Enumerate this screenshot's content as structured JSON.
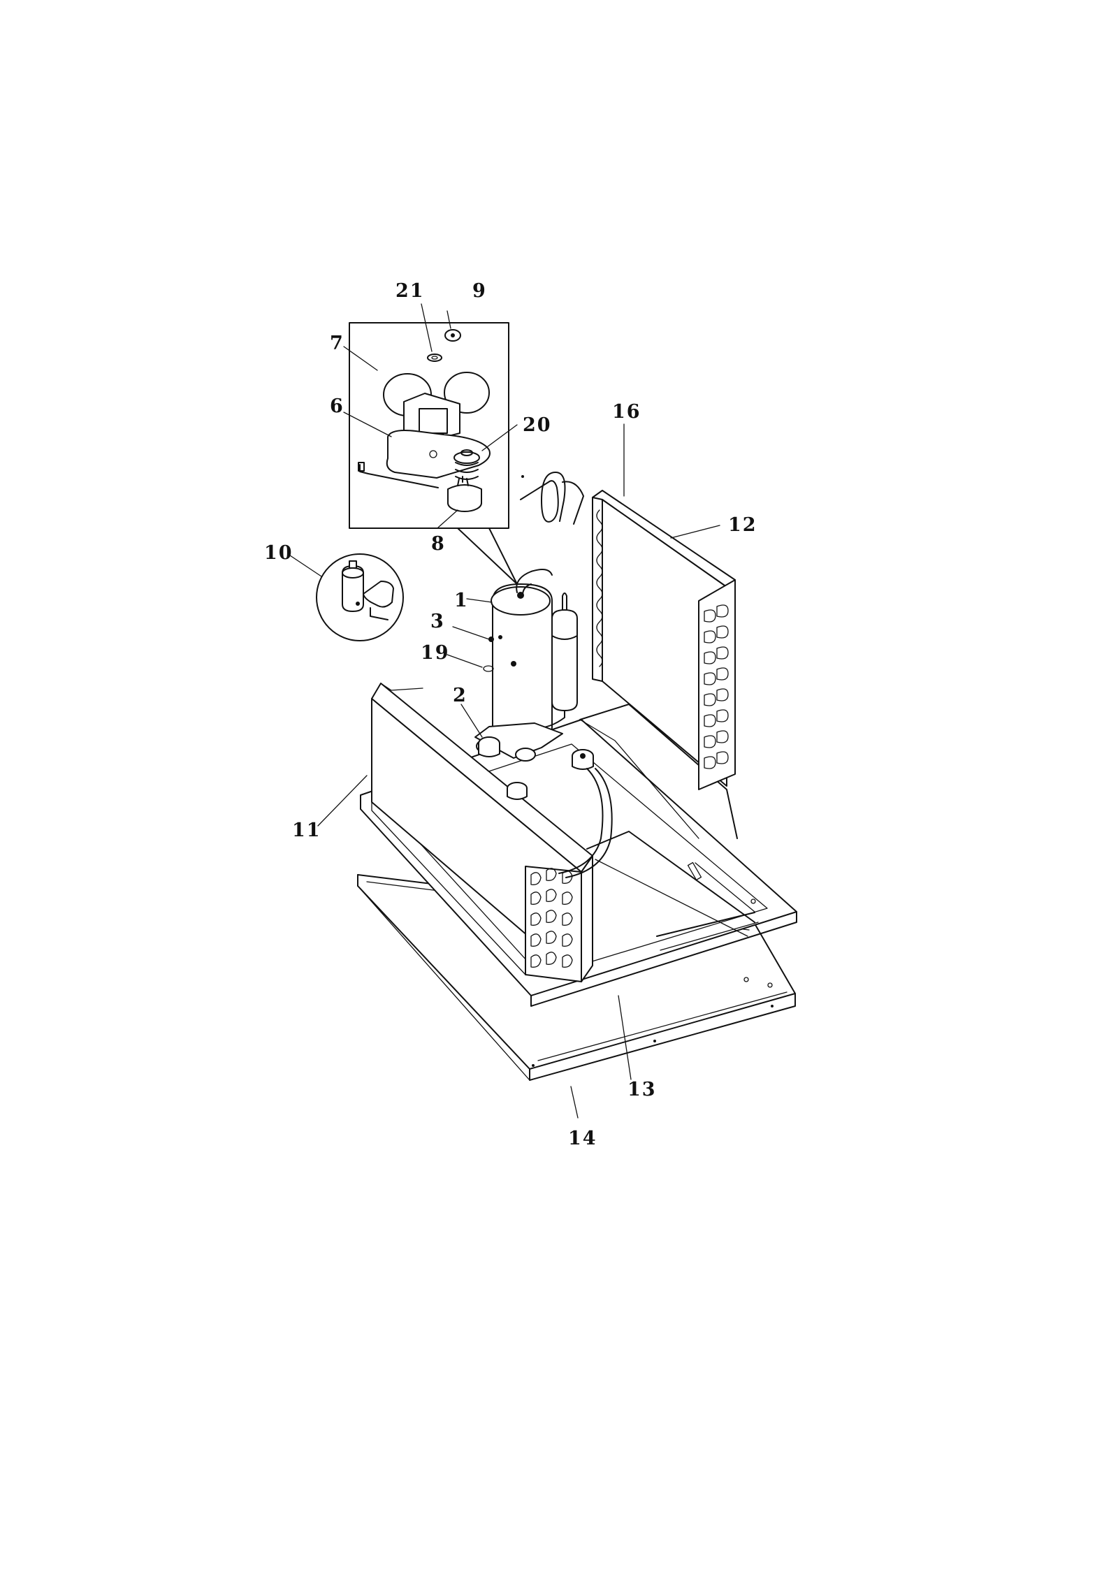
{
  "diagram": {
    "callouts": [
      {
        "id": "1",
        "label": "1"
      },
      {
        "id": "2",
        "label": "2"
      },
      {
        "id": "3",
        "label": "3"
      },
      {
        "id": "6",
        "label": "6"
      },
      {
        "id": "7",
        "label": "7"
      },
      {
        "id": "8",
        "label": "8"
      },
      {
        "id": "9",
        "label": "9"
      },
      {
        "id": "10",
        "label": "10"
      },
      {
        "id": "11",
        "label": "11"
      },
      {
        "id": "12",
        "label": "12"
      },
      {
        "id": "13",
        "label": "13"
      },
      {
        "id": "14",
        "label": "14"
      },
      {
        "id": "16",
        "label": "16"
      },
      {
        "id": "19",
        "label": "19"
      },
      {
        "id": "20",
        "label": "20"
      },
      {
        "id": "21",
        "label": "21"
      }
    ]
  }
}
